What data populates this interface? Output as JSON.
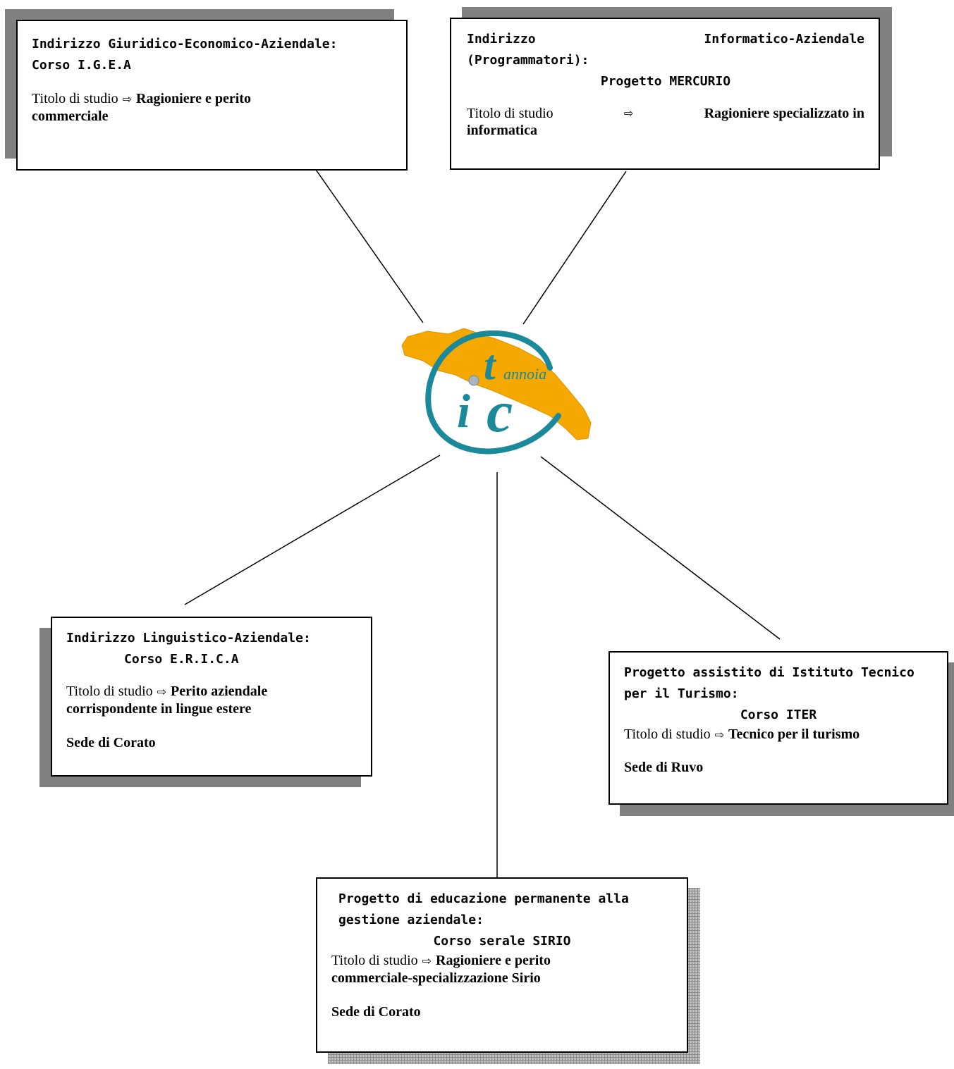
{
  "title_label": "Titolo di studio",
  "colors": {
    "orange": "#f5a800",
    "teal": "#1a8a9a",
    "shadow": "#808080"
  },
  "boxes": {
    "igea": {
      "heading": "Indirizzo Giuridico-Economico-Aziendale:",
      "course": "Corso I.G.E.A",
      "degree_line1": "Ragioniere e perito",
      "degree_line2": "commerciale"
    },
    "mercurio": {
      "heading_left": "Indirizzo",
      "heading_right": "Informatico-Aziendale",
      "heading_line2": "(Programmatori):",
      "course": "Progetto MERCURIO",
      "degree_line1": "Ragioniere specializzato in",
      "degree_line2": "informatica"
    },
    "erica": {
      "heading": "Indirizzo Linguistico-Aziendale:",
      "course": "Corso E.R.I.C.A",
      "degree_line1": "Perito aziendale",
      "degree_line2": "corrispondente in lingue estere",
      "seat": "Sede di Corato"
    },
    "iter": {
      "heading_line1": "Progetto assistito di Istituto Tecnico",
      "heading_line2": "per il Turismo:",
      "course": "Corso ITER",
      "degree": "Tecnico per il turismo",
      "seat": "Sede di Ruvo"
    },
    "sirio": {
      "heading_line1": "Progetto di educazione permanente alla",
      "heading_line2": "gestione aziendale:",
      "course": "Corso serale SIRIO",
      "degree_line1": "Ragioniere e perito",
      "degree_line2": "commerciale-specializzazione Sirio",
      "seat": "Sede di Corato"
    }
  },
  "logo": {
    "letter_t": "t",
    "letter_i": "i",
    "letter_c": "c",
    "wordmark": "annoia"
  }
}
